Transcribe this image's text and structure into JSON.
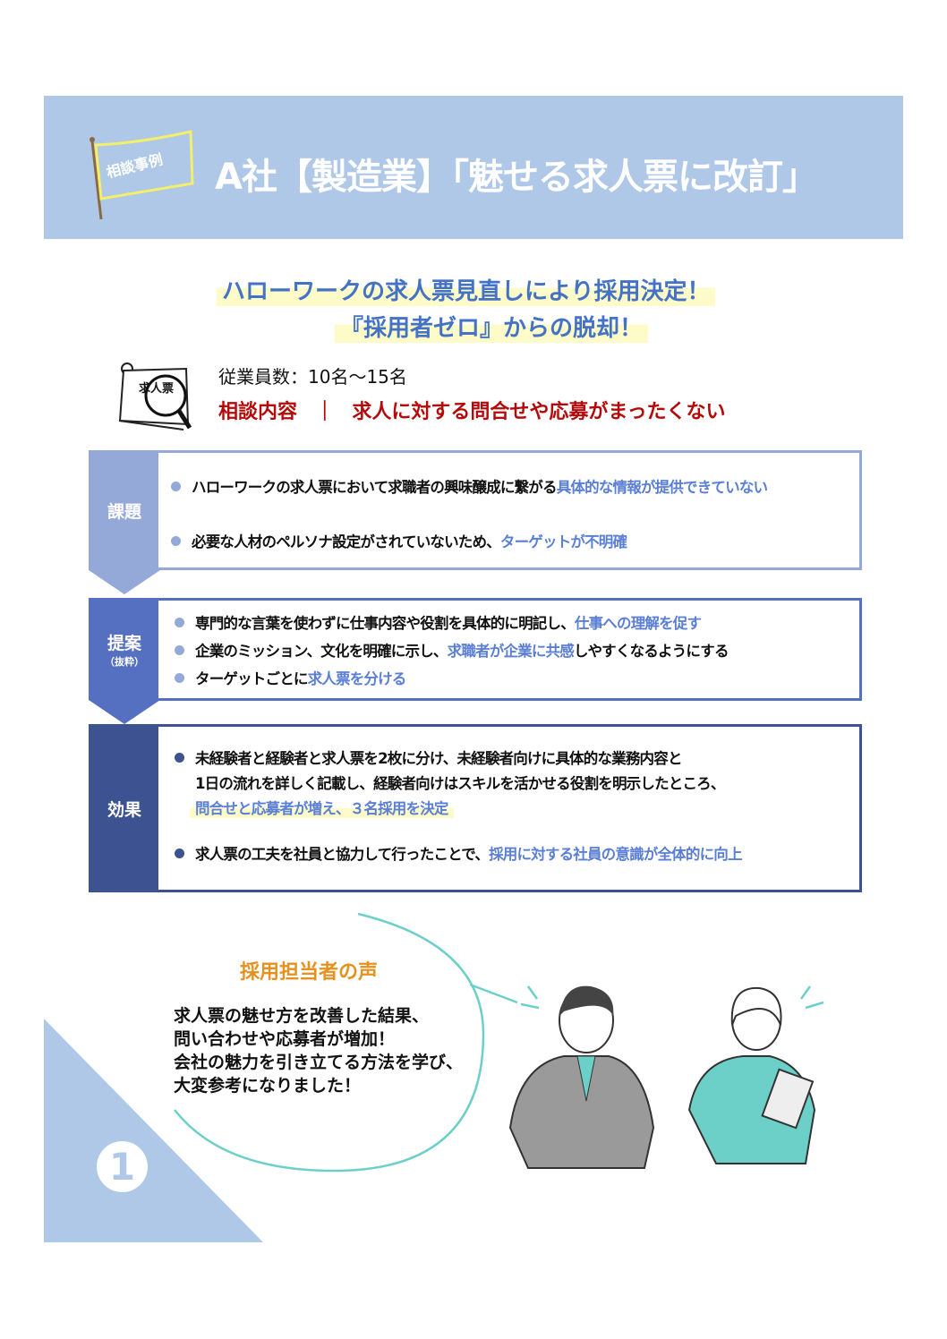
{
  "header": {
    "badge": "相談事例",
    "title": "A社【製造業】「魅せる求人票に改訂」"
  },
  "headline": {
    "line1": "ハローワークの求人票見直しにより採用決定！",
    "line2": "『採用者ゼロ』からの脱却！"
  },
  "info": {
    "employees": "従業員数：10名～15名",
    "consult_label": "相談内容",
    "separator": "｜",
    "consult_text": "求人に対する問合せや応募がまったくない",
    "icon_label": "求人票"
  },
  "issues": {
    "label": "課題",
    "items": [
      {
        "text": "ハローワークの求人票において求職者の興味醸成に繋がる",
        "hl": "具体的な情報が提供できていない",
        "after": ""
      },
      {
        "text": "必要な人材のペルソナ設定がされていないため、",
        "hl": "ターゲットが不明確",
        "after": ""
      }
    ]
  },
  "proposal": {
    "label": "提案",
    "sub": "（抜粋）",
    "items": [
      {
        "text": "専門的な言葉を使わずに仕事内容や役割を具体的に明記し、",
        "hl": "仕事への理解を促す",
        "after": ""
      },
      {
        "text": "企業のミッション、文化を明確に示し、",
        "hl": "求職者が企業に共感",
        "after": "しやすくなるようにする"
      },
      {
        "text": "ターゲットごとに",
        "hl": "求人票を分ける",
        "after": ""
      }
    ]
  },
  "effect": {
    "label": "効果",
    "items": [
      {
        "line1": "未経験者と経験者と求人票を2枚に分け、未経験者向けに具体的な業務内容と",
        "line2": "1日の流れを詳しく記載し、経験者向けはスキルを活かせる役割を明示したところ、",
        "hl": "問合せと応募者が増え、３名採用を決定"
      },
      {
        "text": "求人票の工夫を社員と協力して行ったことで、",
        "hl": "採用に対する社員の意識が全体的に向上"
      }
    ]
  },
  "voice": {
    "title": "採用担当者の声",
    "lines": [
      "求人票の魅せ方を改善した結果、",
      "問い合わせや応募者が増加！",
      "会社の魅力を引き立てる方法を学び、",
      "大変参考になりました！"
    ]
  },
  "page_number": "1",
  "colors": {
    "header": "#afc8e8",
    "blue": "#4472c4",
    "red": "#b40a0a",
    "issues": "#95a9d9",
    "proposal": "#5570c0",
    "effect": "#3d5291",
    "orange": "#e8901e"
  }
}
